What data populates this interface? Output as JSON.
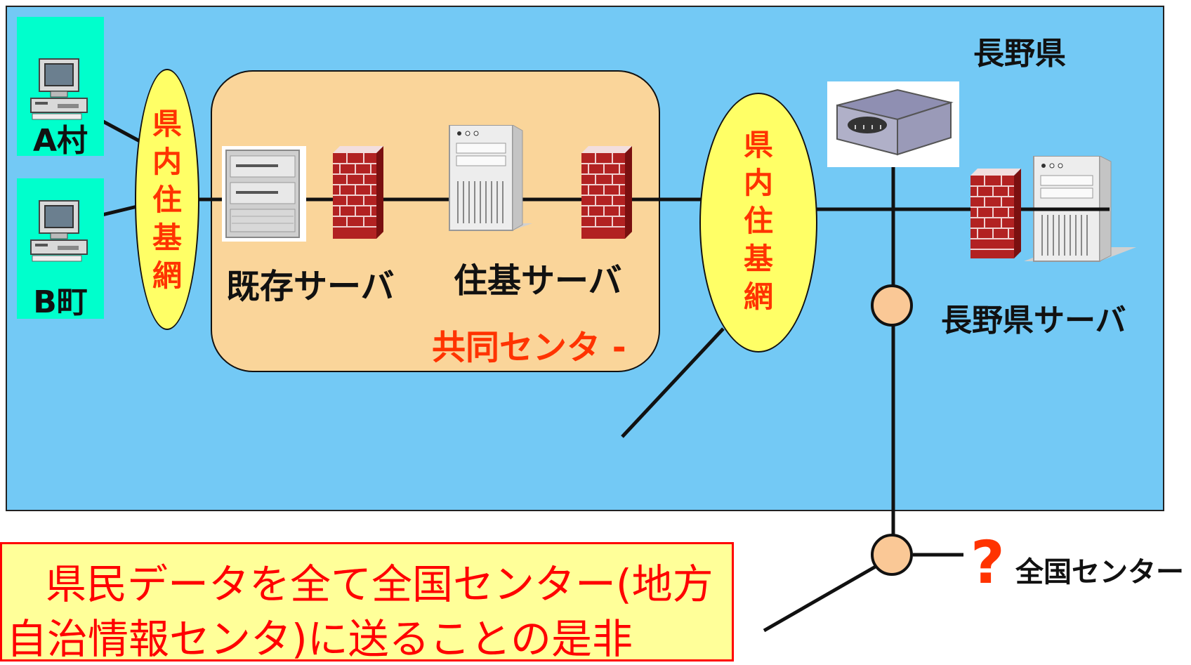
{
  "prefecture": {
    "label": "長野県"
  },
  "municipalities": [
    {
      "label": "A村"
    },
    {
      "label": "B町"
    }
  ],
  "networks": [
    {
      "label": "県内住基網"
    },
    {
      "label": "県内住基網"
    }
  ],
  "joint_center": {
    "label": "共同センタ -",
    "existing_server": "既存サーバ",
    "juki_server": "住基サーバ"
  },
  "nagano_server": {
    "label": "長野県サーバ"
  },
  "national_center": {
    "label": "全国センター",
    "mark": "?"
  },
  "question": {
    "line1": "県民データを全て全国センター(地方",
    "line2": "自治情報センタ)に送ることの是非"
  },
  "colors": {
    "prefecture_bg": "#73C9F5",
    "municipality_bg": "#00FFCC",
    "network_bg": "#FFFF66",
    "center_bg": "#FAD59A",
    "accent_red": "#FF3300",
    "node_fill": "#FAC896"
  }
}
